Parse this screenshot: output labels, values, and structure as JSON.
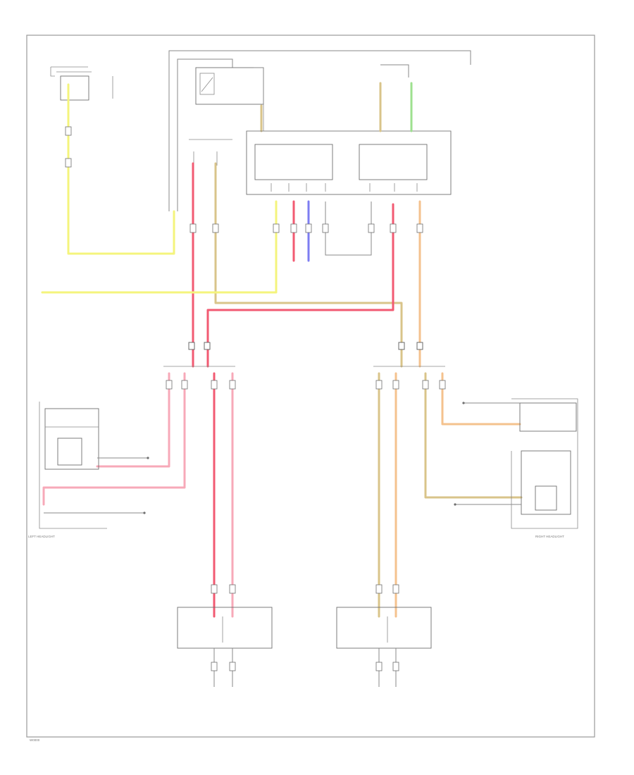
{
  "colors": {
    "yellow": "#f4f47c",
    "red": "#f25a72",
    "pink": "#f7a9b8",
    "tan": "#d9c48a",
    "orange": "#f4c28e",
    "green": "#9ee08f",
    "blue": "#7d7df2",
    "line": "#6e6e6e"
  },
  "labels": {
    "left_headlight": "LEFT HEADLIGHT",
    "right_headlight": "RIGHT HEADLIGHT",
    "footer_code": "W0000"
  }
}
